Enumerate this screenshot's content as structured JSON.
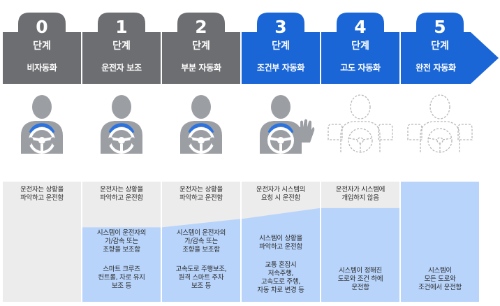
{
  "stages": [
    {
      "number": "0",
      "unit": "단계",
      "name": "비자동화",
      "color": "#6d6e71",
      "active_blue": false,
      "icon": "driver-both-hands-solid",
      "driver_text": "운전자는 상황을\n파악하고 운전함",
      "system_text": "",
      "system_extra": "",
      "system_level_start": 0,
      "system_level_end": 0
    },
    {
      "number": "1",
      "unit": "단계",
      "name": "운전자 보조",
      "color": "#6d6e71",
      "active_blue": false,
      "icon": "driver-both-hands-solid",
      "driver_text": "운전자는 상황을\n파악하고 운전함",
      "system_text": "시스템이 운전자의\n가/감속 또는\n조향을 보조함",
      "system_extra": "스마트 크루즈\n컨트롤, 차로 유지\n보조 등",
      "system_level_start": 0.62,
      "system_level_end": 0.62
    },
    {
      "number": "2",
      "unit": "단계",
      "name": "부분 자동화",
      "color": "#6d6e71",
      "active_blue": false,
      "icon": "driver-both-hands-solid",
      "driver_text": "운전자는 상황을\n파악하고 운전함",
      "system_text": "시스템이 운전자의\n가/감속 또는\n조향을 보조함",
      "system_extra": "고속도로 주행보조,\n원격 스마트 주차\n보조 등",
      "system_level_start": 0.62,
      "system_level_end": 0.69
    },
    {
      "number": "3",
      "unit": "단계",
      "name": "조건부 자동화",
      "color": "#1a66d6",
      "active_blue": true,
      "icon": "driver-one-hand-raised",
      "driver_text": "운전자가 시스템의\n요청 시 운전함",
      "system_text": "시스템이 상황을\n파악하고 운전함",
      "system_extra": "교통 혼잡시\n저속주행,\n고속도로 주행,\n자동 차로 변경 등",
      "system_level_start": 0.69,
      "system_level_end": 0.78
    },
    {
      "number": "4",
      "unit": "단계",
      "name": "고도 자동화",
      "color": "#1a66d6",
      "active_blue": true,
      "icon": "driver-dashed-outline",
      "driver_text": "운전자가 시스템에\n개입하지 않음",
      "system_text": "시스템이 정해진\n도로와 조건 하에\n운전함",
      "system_extra": "",
      "system_level_start": 0.78,
      "system_level_end": 0.78
    },
    {
      "number": "5",
      "unit": "단계",
      "name": "완전 자동화",
      "color": "#1a66d6",
      "active_blue": true,
      "icon": "driver-dashed-outline",
      "driver_text": "",
      "system_text": "시스템이\n모든 도로와\n조건에서 운전함",
      "system_extra": "",
      "system_level_start": 1.0,
      "system_level_end": 1.0
    }
  ],
  "colors": {
    "gray_stage": "#6d6e71",
    "blue_stage": "#1a66d6",
    "person_gray": "#9b9ea3",
    "wheel_blue": "#2a73e0",
    "system_area": "#b8d4fb",
    "driver_area": "#ececec"
  }
}
